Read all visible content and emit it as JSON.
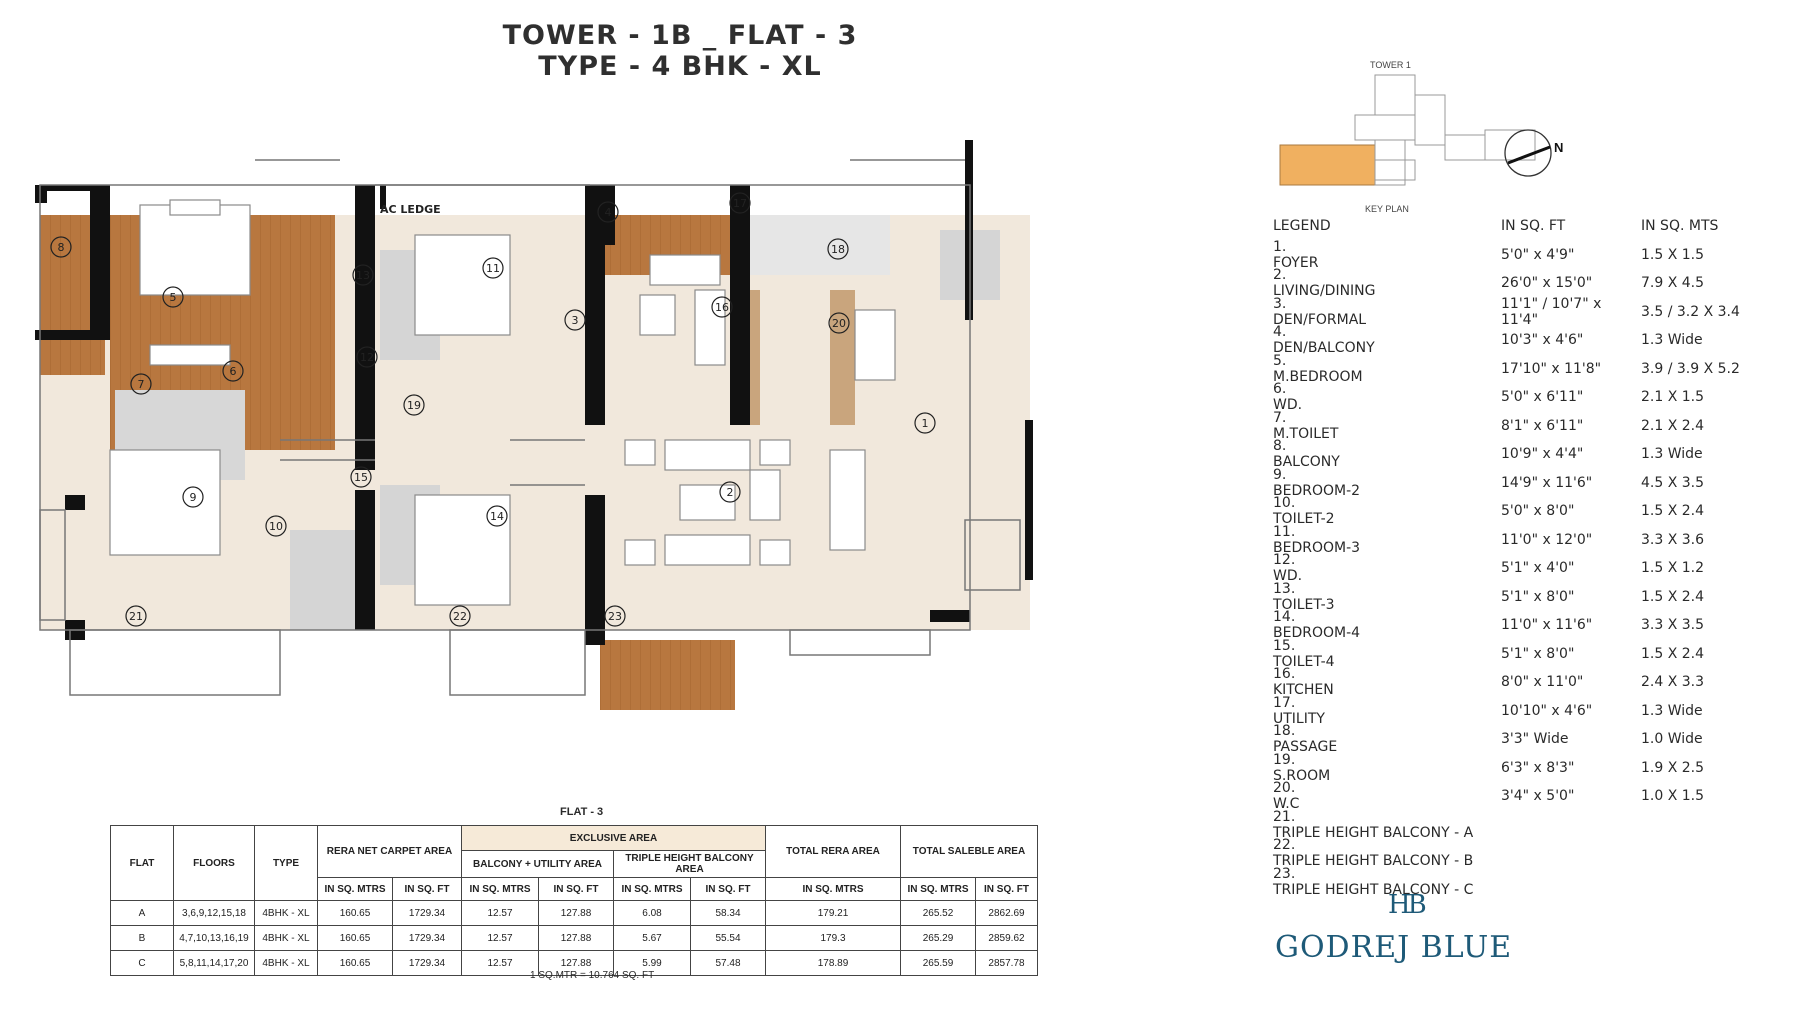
{
  "title": {
    "line1": "TOWER - 1B _ FLAT - 3",
    "line2": "TYPE - 4 BHK - XL"
  },
  "plan": {
    "ac_ledge": "AC LEDGE",
    "rooms": [
      "1",
      "2",
      "3",
      "4",
      "5",
      "6",
      "7",
      "8",
      "9",
      "10",
      "11",
      "12",
      "13",
      "14",
      "15",
      "16",
      "17",
      "18",
      "19",
      "20",
      "21",
      "22",
      "23"
    ]
  },
  "key_plan": {
    "tower_label": "TOWER 1",
    "caption": "KEY PLAN",
    "north": "N"
  },
  "legend": {
    "headers": [
      "LEGEND",
      "IN SQ. FT",
      "IN SQ. MTS"
    ],
    "items": [
      {
        "num": "1.",
        "name": "FOYER",
        "sqft": "5'0\" x 4'9\"",
        "sqm": "1.5 X 1.5"
      },
      {
        "num": "2.",
        "name": "LIVING/DINING",
        "sqft": "26'0\" x 15'0\"",
        "sqm": "7.9 X 4.5"
      },
      {
        "num": "3.",
        "name": "DEN/FORMAL",
        "sqft": "11'1\" / 10'7\" x 11'4\"",
        "sqm": "3.5 / 3.2 X 3.4"
      },
      {
        "num": "4.",
        "name": "DEN/BALCONY",
        "sqft": "10'3\" x 4'6\"",
        "sqm": "1.3 Wide"
      },
      {
        "num": "5.",
        "name": "M.BEDROOM",
        "sqft": "17'10\" x 11'8\"",
        "sqm": "3.9 / 3.9 X 5.2"
      },
      {
        "num": "6.",
        "name": "WD.",
        "sqft": "5'0\" x 6'11\"",
        "sqm": "2.1 X 1.5"
      },
      {
        "num": "7.",
        "name": "M.TOILET",
        "sqft": "8'1\" x 6'11\"",
        "sqm": "2.1 X 2.4"
      },
      {
        "num": "8.",
        "name": "BALCONY",
        "sqft": "10'9\" x 4'4\"",
        "sqm": "1.3 Wide"
      },
      {
        "num": "9.",
        "name": "BEDROOM-2",
        "sqft": "14'9\" x 11'6\"",
        "sqm": "4.5 X 3.5"
      },
      {
        "num": "10.",
        "name": "TOILET-2",
        "sqft": "5'0\" x 8'0\"",
        "sqm": "1.5 X 2.4"
      },
      {
        "num": "11.",
        "name": "BEDROOM-3",
        "sqft": "11'0\" x 12'0\"",
        "sqm": "3.3 X 3.6"
      },
      {
        "num": "12.",
        "name": "WD.",
        "sqft": "5'1\" x 4'0\"",
        "sqm": "1.5 X 1.2"
      },
      {
        "num": "13.",
        "name": "TOILET-3",
        "sqft": "5'1\" x 8'0\"",
        "sqm": "1.5 X 2.4"
      },
      {
        "num": "14.",
        "name": "BEDROOM-4",
        "sqft": "11'0\" x 11'6\"",
        "sqm": "3.3 X 3.5"
      },
      {
        "num": "15.",
        "name": "TOILET-4",
        "sqft": "5'1\" x 8'0\"",
        "sqm": "1.5 X 2.4"
      },
      {
        "num": "16.",
        "name": "KITCHEN",
        "sqft": "8'0\" x 11'0\"",
        "sqm": "2.4 X 3.3"
      },
      {
        "num": "17.",
        "name": "UTILITY",
        "sqft": "10'10\" x 4'6\"",
        "sqm": "1.3 Wide"
      },
      {
        "num": "18.",
        "name": "PASSAGE",
        "sqft": "3'3\" Wide",
        "sqm": "1.0 Wide"
      },
      {
        "num": "19.",
        "name": "S.ROOM",
        "sqft": "6'3\" x 8'3\"",
        "sqm": "1.9 X 2.5"
      },
      {
        "num": "20.",
        "name": "W.C",
        "sqft": "3'4\" x 5'0\"",
        "sqm": "1.0 X 1.5"
      },
      {
        "num": "21.",
        "name": "TRIPLE HEIGHT BALCONY - A",
        "sqft": "",
        "sqm": ""
      },
      {
        "num": "22.",
        "name": "TRIPLE HEIGHT BALCONY - B",
        "sqft": "",
        "sqm": ""
      },
      {
        "num": "23.",
        "name": "TRIPLE HEIGHT BALCONY - C",
        "sqft": "",
        "sqm": ""
      }
    ]
  },
  "area_table": {
    "caption": "FLAT - 3",
    "headers": {
      "flat": "FLAT",
      "floors": "FLOORS",
      "type": "TYPE",
      "rera": "RERA NET CARPET AREA",
      "exclusive": "EXCLUSIVE AREA",
      "balcony_utility": "BALCONY + UTILITY AREA",
      "triple": "TRIPLE HEIGHT BALCONY AREA",
      "total_rera": "TOTAL RERA AREA",
      "total_saleable": "TOTAL SALEBLE AREA",
      "sq_mtrs": "IN SQ. MTRS",
      "sq_ft": "IN SQ. FT"
    },
    "rows": [
      [
        "A",
        "3,6,9,12,15,18",
        "4BHK - XL",
        "160.65",
        "1729.34",
        "12.57",
        "127.88",
        "6.08",
        "58.34",
        "179.21",
        "265.52",
        "2862.69"
      ],
      [
        "B",
        "4,7,10,13,16,19",
        "4BHK - XL",
        "160.65",
        "1729.34",
        "12.57",
        "127.88",
        "5.67",
        "55.54",
        "179.3",
        "265.29",
        "2859.62"
      ],
      [
        "C",
        "5,8,11,14,17,20",
        "4BHK - XL",
        "160.65",
        "1729.34",
        "12.57",
        "127.88",
        "5.99",
        "57.48",
        "178.89",
        "265.59",
        "2857.78"
      ]
    ],
    "footnote": "1 SQ.MTR = 10.764 SQ. FT"
  },
  "brand": {
    "monogram": "HB",
    "name": "GODREJ BLUE"
  },
  "colors": {
    "floor": "#f1e8dc",
    "wood": "#b8773f",
    "wet": "#d5d5d5",
    "wall": "#111111",
    "brand": "#1e5a78",
    "key_highlight": "#f0b060"
  }
}
